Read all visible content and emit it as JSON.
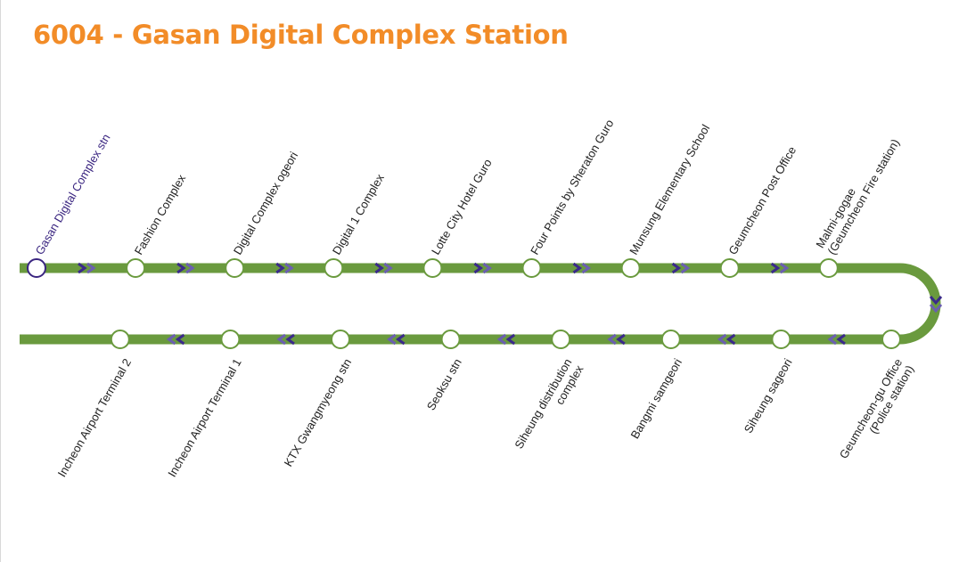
{
  "title": "6004 - Gasan Digital Complex Station",
  "colors": {
    "title": "#f28c28",
    "line": "#6a9a3e",
    "arrow": "#3a2a8a",
    "current": "#3a2580"
  },
  "outbound": [
    {
      "name": [
        "Gasan Digital Complex stn"
      ],
      "current": true
    },
    {
      "name": [
        "Fashion Complex"
      ]
    },
    {
      "name": [
        "Digital Complex ogeori"
      ]
    },
    {
      "name": [
        "Digital 1 Complex"
      ]
    },
    {
      "name": [
        "Lotte City Hotel Guro"
      ]
    },
    {
      "name": [
        "Four Points by Sheraton Guro"
      ]
    },
    {
      "name": [
        "Munsung Elementary School"
      ]
    },
    {
      "name": [
        "Geumcheon Post Office"
      ]
    },
    {
      "name": [
        "Malmi-gogae",
        "(Geumcheon Fire station)"
      ]
    }
  ],
  "inbound": [
    {
      "name": [
        "Geumcheon-gu Office",
        "(Police station)"
      ]
    },
    {
      "name": [
        "Siheung sageori"
      ]
    },
    {
      "name": [
        "Bangmi samgeori"
      ]
    },
    {
      "name": [
        "Siheung distribution",
        "complex"
      ]
    },
    {
      "name": [
        "Seoksu stn"
      ]
    },
    {
      "name": [
        "KTX Gwangmyeong stn"
      ]
    },
    {
      "name": [
        "Incheon Airport Terminal 1"
      ]
    },
    {
      "name": [
        "Incheon Airport Terminal 2"
      ]
    }
  ]
}
